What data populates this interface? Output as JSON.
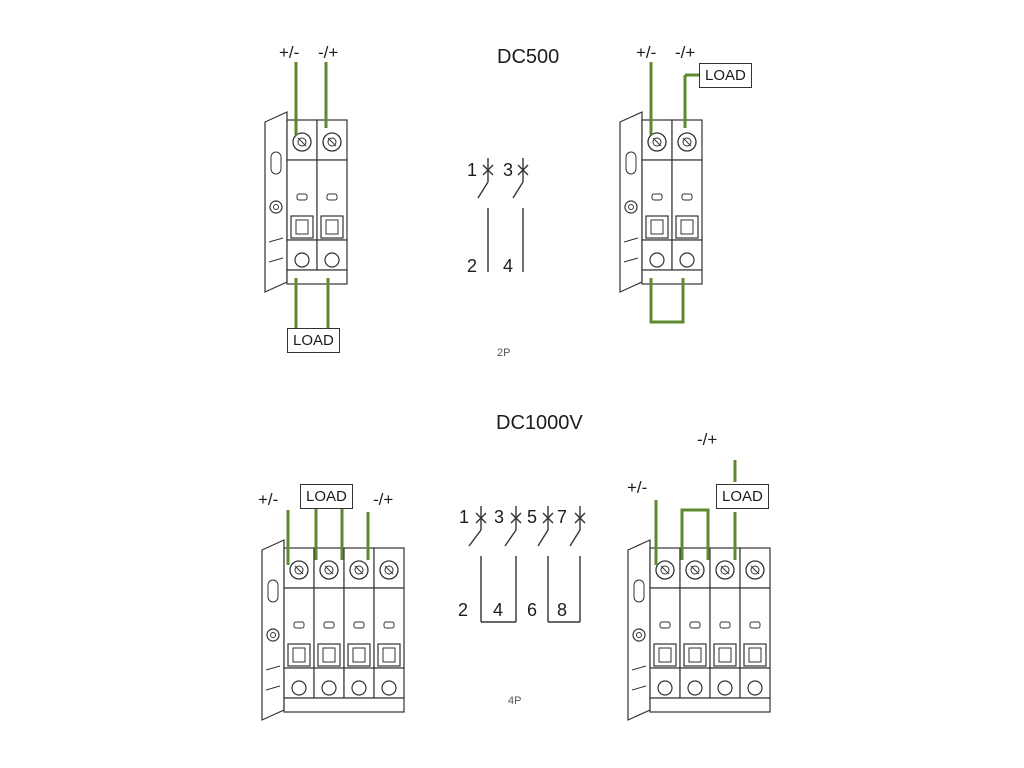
{
  "colors": {
    "wire": "#5c8a2e",
    "ink": "#333333",
    "text": "#1c1c1c"
  },
  "section_2p": {
    "title": "DC500",
    "caption": "2P",
    "left": {
      "pos_label": "+/-",
      "neg_label": "-/+",
      "load_label": "LOAD"
    },
    "right": {
      "pos_label": "+/-",
      "neg_label": "-/+",
      "load_label": "LOAD"
    },
    "schematic": {
      "top_numbers": [
        "1",
        "3"
      ],
      "bottom_numbers": [
        "2",
        "4"
      ]
    }
  },
  "section_4p": {
    "title": "DC1000V",
    "caption": "4P",
    "left": {
      "pos_label": "+/-",
      "neg_label": "-/+",
      "load_label": "LOAD"
    },
    "right": {
      "pos_label": "+/-",
      "neg_label": "-/+",
      "load_label": "LOAD"
    },
    "schematic": {
      "top_numbers": [
        "1",
        "3",
        "5",
        "7"
      ],
      "bottom_numbers": [
        "2",
        "4",
        "6",
        "8"
      ]
    }
  },
  "icons": {
    "breaker": "circuit-breaker-icon",
    "contact": "switch-contact-icon"
  }
}
